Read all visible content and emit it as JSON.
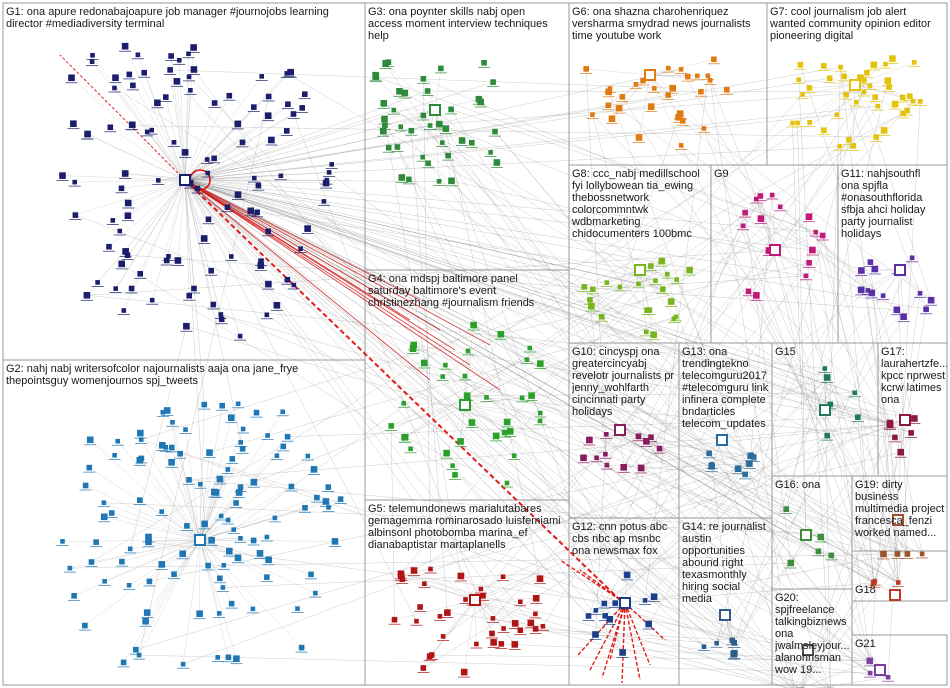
{
  "groups": [
    {
      "id": "G1",
      "label": "G1: ona apure redonabajoapure job manager #journojobs learning director #mediadiversity terminal",
      "color": "#1b1f6b"
    },
    {
      "id": "G2",
      "label": "G2: nahj nabj writersofcolor najournalists aaja ona jane_frye thepointsguy womenjournos spj_tweets",
      "color": "#1f77b4"
    },
    {
      "id": "G3",
      "label": "G3: ona poynter skills nabj open access moment interview techniques help",
      "color": "#2e8b3a"
    },
    {
      "id": "G4",
      "label": "G4: ona mdspj baltimore panel saturday baltimore's event christinezhang #journalism friends",
      "color": "#2ca02c"
    },
    {
      "id": "G5",
      "label": "G5: telemundonews marialutabares gemagemma rominarosado luisfemiami albinsonl photobomba marina_ef dianabaptistar martaplanells",
      "color": "#b01414"
    },
    {
      "id": "G6",
      "label": "G6: ona shazna charohenriquez versharma smydrad news journalists time youtube work",
      "color": "#e07b10"
    },
    {
      "id": "G7",
      "label": "G7: cool journalism job alert wanted community opinion editor pioneering digital",
      "color": "#e3c20a"
    },
    {
      "id": "G8",
      "label": "G8: ccc_nabj medillschool fyi lollybowean tia_ewing thebossnetwork colorcommntwk wdbmarketing chidocumenters 100bmc",
      "color": "#79b51c"
    },
    {
      "id": "G9",
      "label": "G9",
      "color": "#c2187a"
    },
    {
      "id": "G10",
      "label": "G10: cincyspj ona greatercincyabj revelotr journalists pr jenny_wohlfarth cincinnati party holidays",
      "color": "#8a1b5e"
    },
    {
      "id": "G11",
      "label": "G11: nahjsouthfl ona spjfla #onasouthflorida sfbja ahci holiday party journalist holidays",
      "color": "#5a2ea6"
    },
    {
      "id": "G12",
      "label": "G12: cnn potus abc cbs nbc ap msnbc ona newsmax fox",
      "color": "#1a3f8a"
    },
    {
      "id": "G13",
      "label": "G13: ona trendingtekno telecomguru2017 #telecomguru link infinera complete bndarticles telecom_updates",
      "color": "#2b6c9c"
    },
    {
      "id": "G14",
      "label": "G14: re journalist austin opportunities abound right texasmonthly hiring social media",
      "color": "#2e5d8a"
    },
    {
      "id": "G15",
      "label": "G15",
      "color": "#1e7a5a"
    },
    {
      "id": "G16",
      "label": "G16: ona",
      "color": "#3e8e3e"
    },
    {
      "id": "G17",
      "label": "G17: laurahertzfe... kpcc nprwest kcrw latimes ona",
      "color": "#8a1a3a"
    },
    {
      "id": "G18",
      "label": "G18",
      "color": "#c0392b"
    },
    {
      "id": "G19",
      "label": "G19: dirty business multimedia project francesca_fenzi worked named...",
      "color": "#a0522d"
    },
    {
      "id": "G20",
      "label": "G20: spjfreelance talkingbiznews ona jwalmsleyjour... alanohnsman wow 19...",
      "color": "#555555"
    },
    {
      "id": "G21",
      "label": "G21",
      "color": "#7b3fa0"
    }
  ]
}
